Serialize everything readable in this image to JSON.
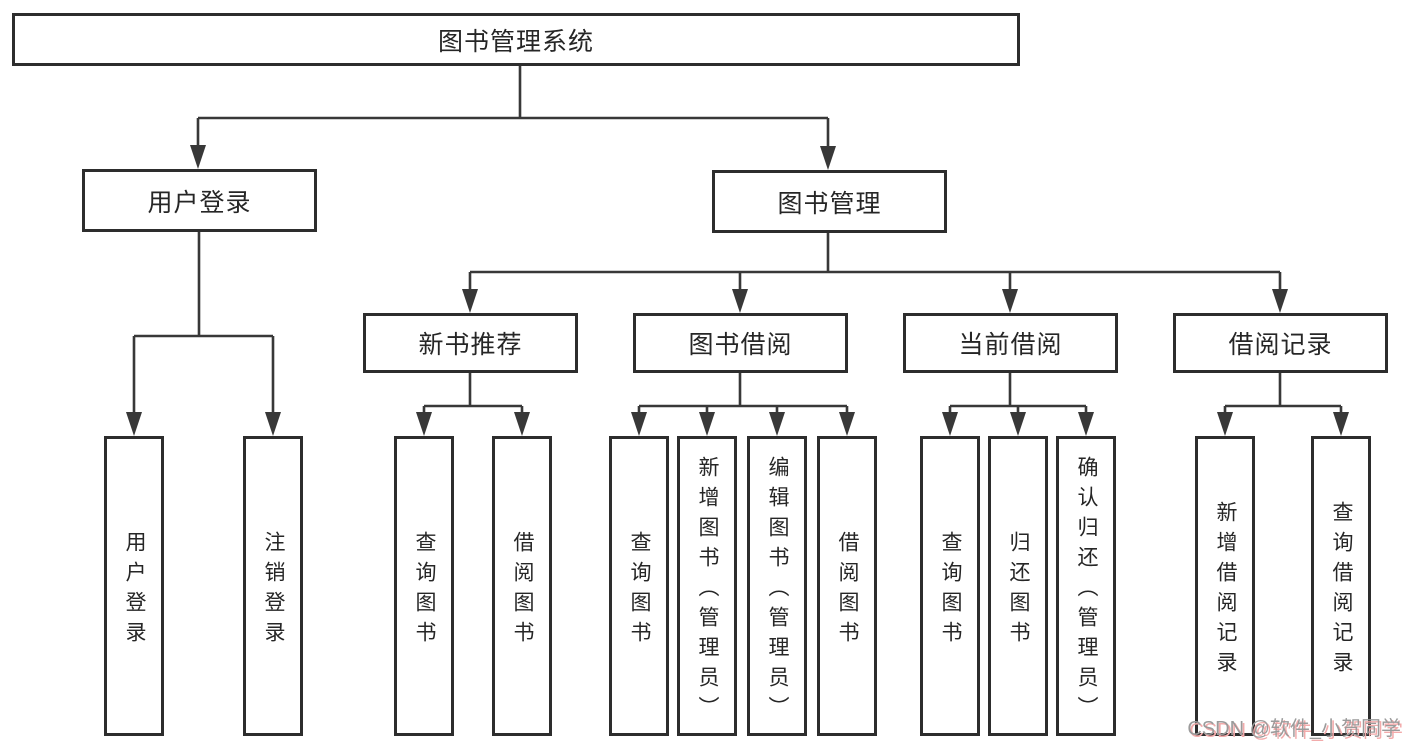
{
  "tree": {
    "root": {
      "label": "图书管理系统"
    },
    "branches": [
      {
        "label": "用户登录",
        "children": [
          {
            "label": "用户登录"
          },
          {
            "label": "注销登录"
          }
        ]
      },
      {
        "label": "图书管理",
        "sections": [
          {
            "label": "新书推荐",
            "children": [
              {
                "label": "查询图书"
              },
              {
                "label": "借阅图书"
              }
            ]
          },
          {
            "label": "图书借阅",
            "children": [
              {
                "label": "查询图书"
              },
              {
                "label": "新增图书（管理员）"
              },
              {
                "label": "编辑图书（管理员）"
              },
              {
                "label": "借阅图书"
              }
            ]
          },
          {
            "label": "当前借阅",
            "children": [
              {
                "label": "查询图书"
              },
              {
                "label": "归还图书"
              },
              {
                "label": "确认归还（管理员）"
              }
            ]
          },
          {
            "label": "借阅记录",
            "children": [
              {
                "label": "新增借阅记录"
              },
              {
                "label": "查询借阅记录"
              }
            ]
          }
        ]
      }
    ]
  },
  "watermark": {
    "text": "CSDN @软件_小贺同学"
  },
  "colors": {
    "line": "#383838",
    "box_border": "#2d2d2d",
    "text": "#262626",
    "background": "#ffffff",
    "watermark_text": "#9b9b9b",
    "watermark_shadow": "#f2abab"
  }
}
